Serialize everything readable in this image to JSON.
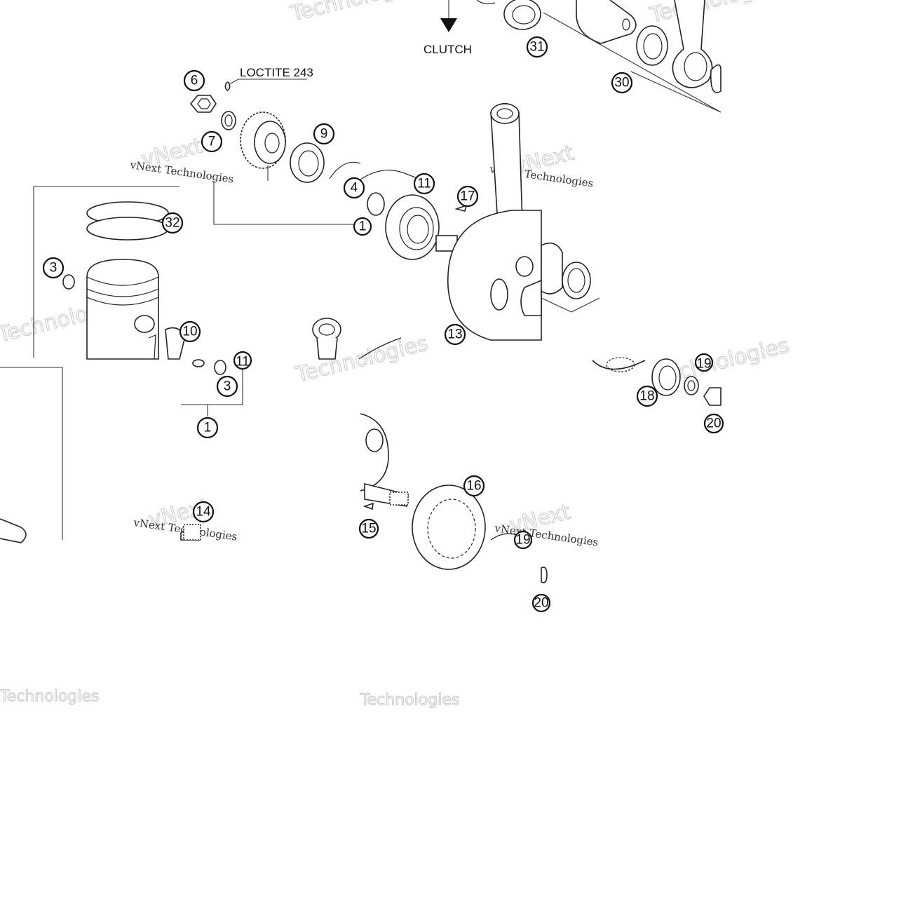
{
  "labels": {
    "clutch": "CLUTCH",
    "loctite": "LOCTITE 243"
  },
  "watermark": {
    "brand": "vNext Technologies",
    "short_top": "vNext",
    "short_bottom": "Technologies"
  },
  "callouts": [
    "6",
    "7",
    "9",
    "4",
    "11",
    "17",
    "31",
    "30",
    "32",
    "3",
    "10",
    "13",
    "11",
    "3",
    "1",
    "18",
    "19",
    "20",
    "14",
    "16",
    "15",
    "19",
    "20",
    "1"
  ]
}
